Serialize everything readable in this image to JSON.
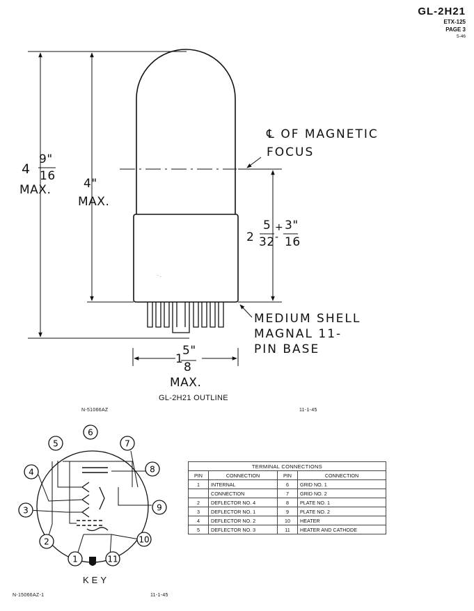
{
  "header": {
    "title": "GL-2H21",
    "line1": "ETX-125",
    "line2": "PAGE 3",
    "line3": "5-46"
  },
  "outline": {
    "overall_height_top": "4",
    "overall_height_num": "9\"",
    "overall_height_den": "16",
    "overall_height_max": "MAX.",
    "body_height": "4\"",
    "body_height_max": "MAX.",
    "focus_label_1": "℄ OF MAGNETIC",
    "focus_label_2": "FOCUS",
    "focus_dim_whole": "2",
    "focus_dim_num1": "5",
    "focus_dim_den1": "32",
    "focus_dim_sign": "+\n-",
    "focus_dim_num2": "3\"",
    "focus_dim_den2": "16",
    "base_label_1": "MEDIUM SHELL",
    "base_label_2": "MAGNAL 11-",
    "base_label_3": "PIN BASE",
    "diameter_whole": "1",
    "diameter_num": "5\"",
    "diameter_den": "8",
    "diameter_max": "MAX.",
    "caption": "GL-2H21 OUTLINE",
    "drawing_no": "N-51066AZ",
    "date": "11-1-45"
  },
  "basing": {
    "pins": [
      "1",
      "2",
      "3",
      "4",
      "5",
      "6",
      "7",
      "8",
      "9",
      "10",
      "11"
    ],
    "key_label": "KEY",
    "drawing_no": "N-15066AZ-1",
    "date": "11-1-45"
  },
  "terminal_connections": {
    "title": "TERMINAL CONNECTIONS",
    "headers": [
      "PIN",
      "CONNECTION",
      "PIN",
      "CONNECTION"
    ],
    "rows": [
      {
        "pin_a": "1",
        "conn_a": "INTERNAL",
        "pin_b": "6",
        "conn_b": "GRID NO. 1"
      },
      {
        "pin_a": "",
        "conn_a": "CONNECTION",
        "pin_b": "7",
        "conn_b": "GRID NO. 2"
      },
      {
        "pin_a": "2",
        "conn_a": "DEFLECTOR NO. 4",
        "pin_b": "8",
        "conn_b": "PLATE NO. 1"
      },
      {
        "pin_a": "3",
        "conn_a": "DEFLECTOR NO. 1",
        "pin_b": "9",
        "conn_b": "PLATE NO. 2"
      },
      {
        "pin_a": "4",
        "conn_a": "DEFLECTOR NO. 2",
        "pin_b": "10",
        "conn_b": "HEATER"
      },
      {
        "pin_a": "5",
        "conn_a": "DEFLECTOR NO. 3",
        "pin_b": "11",
        "conn_b": "HEATER AND CATHODE"
      }
    ]
  }
}
